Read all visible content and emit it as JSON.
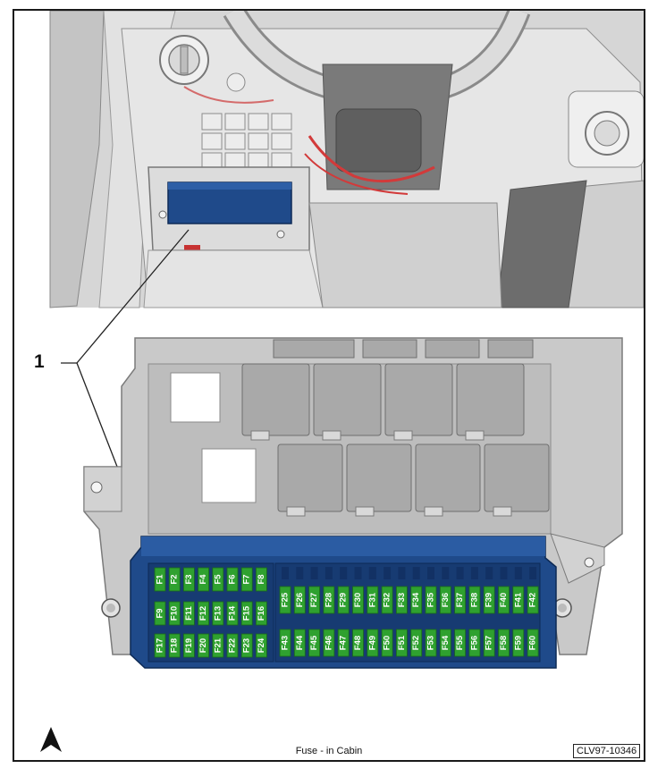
{
  "callout_label": "1",
  "caption": "Fuse - in Cabin",
  "figure_id": "CLV97-10346",
  "colors": {
    "fuse_box": "#1f4a8a",
    "fuse": "#2fa12f",
    "fuse_label": "#ffffff",
    "bracket_gray": "#c9c9c9",
    "relay_gray": "#a9a9a9"
  },
  "fuses": {
    "left_rows": [
      [
        "F1",
        "F2",
        "F3",
        "F4",
        "F5",
        "F6",
        "F7",
        "F8"
      ],
      [
        "F9",
        "F10",
        "F11",
        "F12",
        "F13",
        "F14",
        "F15",
        "F16"
      ],
      [
        "F17",
        "F18",
        "F19",
        "F20",
        "F21",
        "F22",
        "F23",
        "F24"
      ]
    ],
    "right_rows": [
      [
        "F25",
        "F26",
        "F27",
        "F28",
        "F29",
        "F30",
        "F31",
        "F32",
        "F33",
        "F34",
        "F35",
        "F36",
        "F37",
        "F38",
        "F39",
        "F40",
        "F41",
        "F42"
      ],
      [
        "F43",
        "F44",
        "F45",
        "F46",
        "F47",
        "F48",
        "F49",
        "F50",
        "F51",
        "F52",
        "F53",
        "F54",
        "F55",
        "F56",
        "F57",
        "F58",
        "F59",
        "F60"
      ]
    ]
  }
}
